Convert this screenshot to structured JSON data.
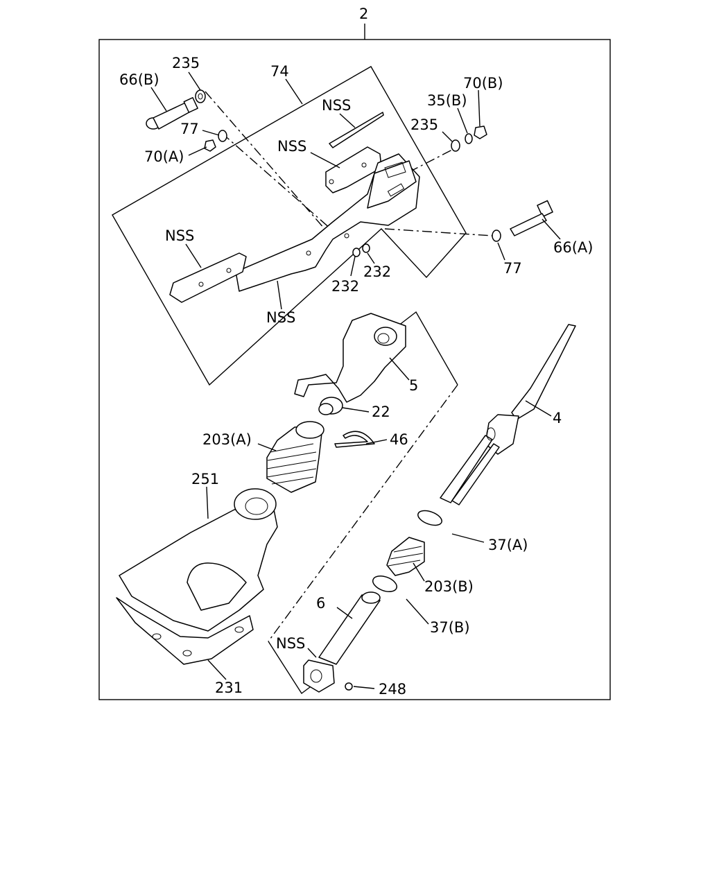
{
  "callouts": {
    "c2": "2",
    "c74": "74",
    "c235a": "235",
    "c66b": "66(B)",
    "c77a": "77",
    "c70a": "70(A)",
    "cnss1": "NSS",
    "cnss2": "NSS",
    "cnss3": "NSS",
    "cnss4": "NSS",
    "c70b": "70(B)",
    "c35b": "35(B)",
    "c235b": "235",
    "c66a": "66(A)",
    "c77b": "77",
    "c232a": "232",
    "c232b": "232",
    "c5": "5",
    "c4": "4",
    "c22": "22",
    "c46": "46",
    "c203a": "203(A)",
    "c251": "251",
    "c37a": "37(A)",
    "c203b": "203(B)",
    "c6": "6",
    "c37b": "37(B)",
    "cnss5": "NSS",
    "c231": "231",
    "c248": "248"
  },
  "icons": [
    "steering-column-exploded-diagram"
  ]
}
